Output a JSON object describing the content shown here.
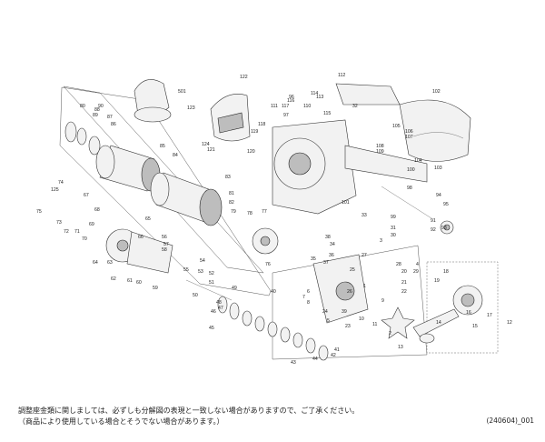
{
  "footnote": {
    "line1": "調整座金類に関しましては、必ずしも分解図の表現と一致しない場合がありますので、ご了承ください。",
    "line2": "（商品により使用している場合とそうでない場合があります。）"
  },
  "diagram_code": "(240604)_001",
  "callouts": [
    "1",
    "2",
    "3",
    "4",
    "5",
    "6",
    "7",
    "8",
    "9",
    "10",
    "11",
    "12",
    "13",
    "14",
    "15",
    "16",
    "17",
    "18",
    "19",
    "20",
    "21",
    "22",
    "23",
    "24",
    "25",
    "26",
    "27",
    "28",
    "29",
    "30",
    "31",
    "32",
    "33",
    "34",
    "35",
    "36",
    "37",
    "38",
    "39",
    "40",
    "41",
    "42",
    "43",
    "44",
    "45",
    "46",
    "47",
    "48",
    "49",
    "50",
    "51",
    "52",
    "53",
    "54",
    "55",
    "56",
    "57",
    "58",
    "59",
    "60",
    "61",
    "62",
    "63",
    "64",
    "65",
    "66",
    "67",
    "68",
    "69",
    "70",
    "71",
    "72",
    "73",
    "74",
    "75",
    "76",
    "77",
    "78",
    "79",
    "80",
    "81",
    "82",
    "83",
    "84",
    "85",
    "86",
    "87",
    "88",
    "89",
    "90",
    "91",
    "92",
    "93",
    "94",
    "95",
    "96",
    "97",
    "98",
    "99",
    "100",
    "101",
    "102",
    "103",
    "104",
    "105",
    "106",
    "107",
    "108",
    "109",
    "110",
    "111",
    "112",
    "113",
    "114",
    "115",
    "116",
    "117",
    "118",
    "119",
    "120",
    "121",
    "122",
    "123",
    "124",
    "125",
    "501"
  ]
}
